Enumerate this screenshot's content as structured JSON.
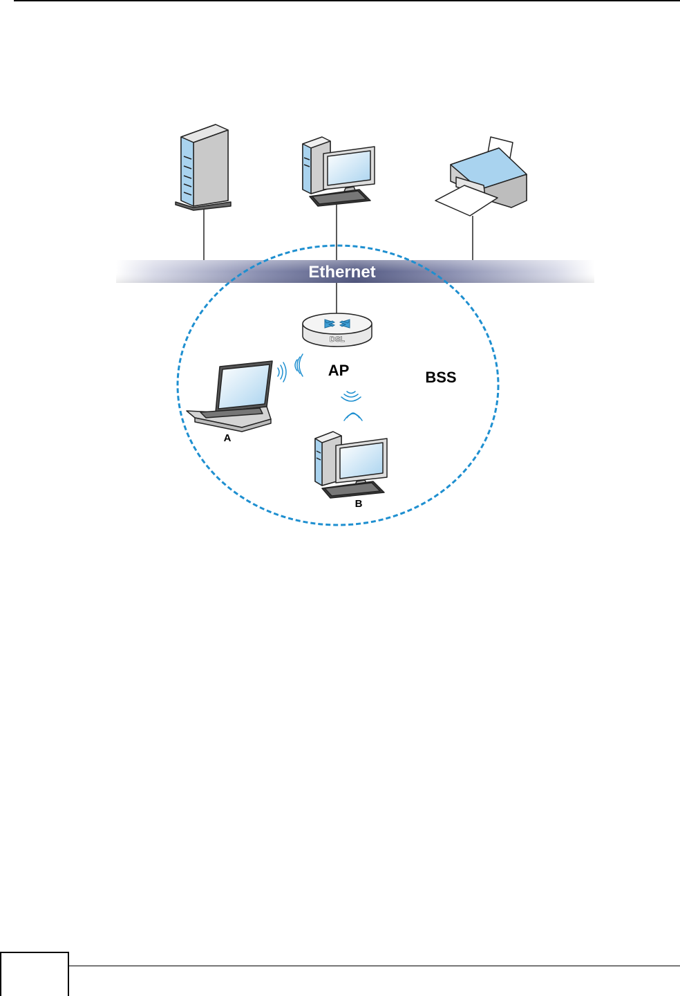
{
  "labels": {
    "ethernet": "Ethernet",
    "ap": "AP",
    "bss": "BSS",
    "dsl": "DSL",
    "station_a": "A",
    "station_b": "B"
  },
  "colors": {
    "ethernet_band": "#5f6389",
    "bss_circle": "#1e8fd0",
    "device_blue": "#a9d3ef",
    "device_outline": "#222222",
    "router_arrows": "#3f9fd6"
  },
  "icons": [
    "server-icon",
    "desktop-computer-icon",
    "printer-icon",
    "router-icon",
    "laptop-icon",
    "wireless-signal-icon"
  ]
}
